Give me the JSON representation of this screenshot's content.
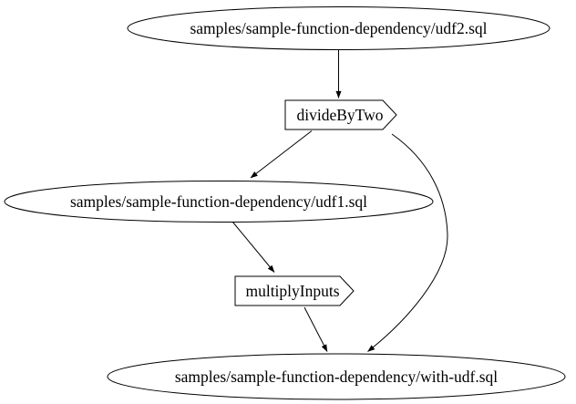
{
  "diagram": {
    "kind": "dependency-graph",
    "background_color": "#ffffff",
    "node_fill_color": "#ffffff",
    "stroke_color": "#000000",
    "text_color": "#000000",
    "nodes": [
      {
        "id": "udf2",
        "label": "samples/sample-function-dependency/udf2.sql",
        "shape": "ellipse"
      },
      {
        "id": "divideByTwo",
        "label": "divideByTwo",
        "shape": "cds"
      },
      {
        "id": "udf1",
        "label": "samples/sample-function-dependency/udf1.sql",
        "shape": "ellipse"
      },
      {
        "id": "multiplyInputs",
        "label": "multiplyInputs",
        "shape": "cds"
      },
      {
        "id": "with_udf",
        "label": "samples/sample-function-dependency/with-udf.sql",
        "shape": "ellipse"
      }
    ],
    "edges": [
      {
        "from": "udf2",
        "to": "divideByTwo"
      },
      {
        "from": "divideByTwo",
        "to": "udf1"
      },
      {
        "from": "divideByTwo",
        "to": "with_udf"
      },
      {
        "from": "udf1",
        "to": "multiplyInputs"
      },
      {
        "from": "multiplyInputs",
        "to": "with_udf"
      }
    ]
  }
}
